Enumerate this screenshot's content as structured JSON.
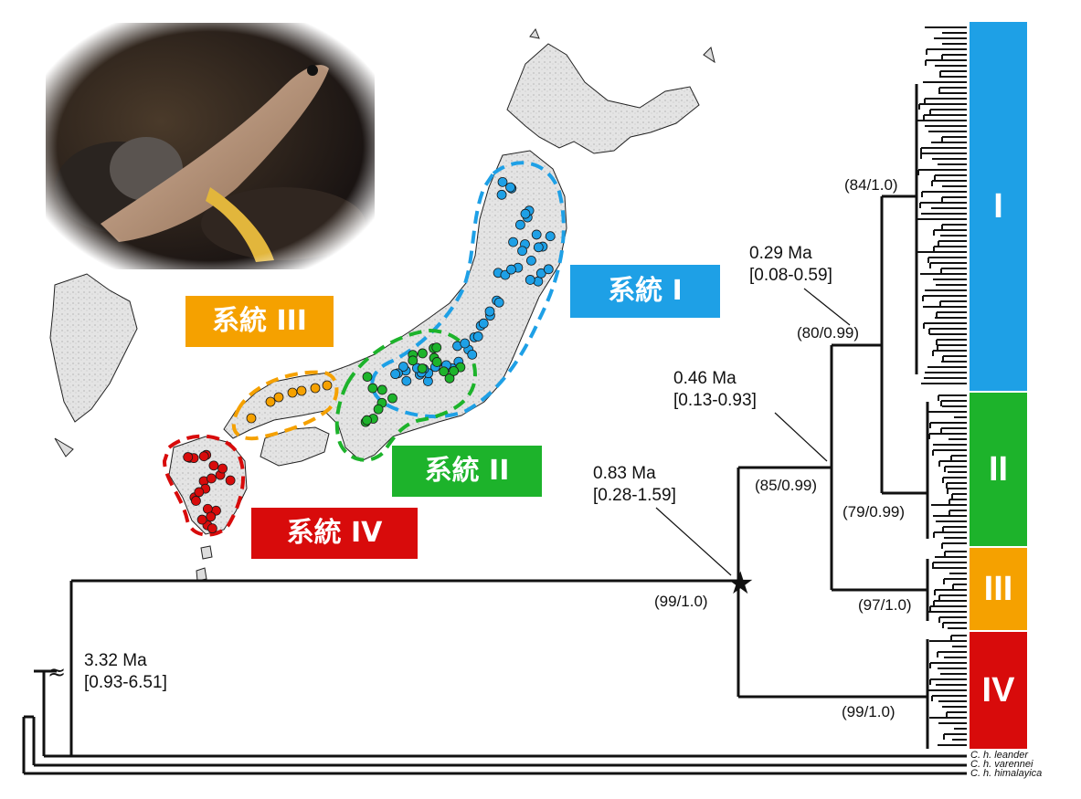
{
  "photo": {
    "description_icon": "fish-photo-icon"
  },
  "map": {
    "icon": "japan-map-icon"
  },
  "lineage_labels": [
    {
      "id": "I",
      "text": "系統 I",
      "color": "#1ea0e6"
    },
    {
      "id": "II",
      "text": "系統 II",
      "color": "#1db32b"
    },
    {
      "id": "III",
      "text": "系統 III",
      "color": "#f5a100"
    },
    {
      "id": "IV",
      "text": "系統 IV",
      "color": "#d80b0b"
    }
  ],
  "clades": [
    {
      "id": "I",
      "label": "I",
      "color": "#1ea0e6"
    },
    {
      "id": "II",
      "label": "II",
      "color": "#1db32b"
    },
    {
      "id": "III",
      "label": "III",
      "color": "#f5a100"
    },
    {
      "id": "IV",
      "label": "IV",
      "color": "#d80b0b"
    }
  ],
  "divergence_times": [
    {
      "age": "0.29 Ma",
      "ci": "[0.08-0.59]"
    },
    {
      "age": "0.46 Ma",
      "ci": "[0.13-0.93]"
    },
    {
      "age": "0.83 Ma",
      "ci": "[0.28-1.59]"
    },
    {
      "age": "3.32 Ma",
      "ci": "[0.93-6.51]"
    }
  ],
  "node_support": [
    "(84/1.0)",
    "(80/0.99)",
    "(85/0.99)",
    "(79/0.99)",
    "(97/1.0)",
    "(99/1.0)",
    "(99/1.0)"
  ],
  "outgroups": [
    "C. h. leander",
    "C. h. varennei",
    "C. h. himalayica"
  ],
  "break_symbol": "≈",
  "star_symbol": "★"
}
